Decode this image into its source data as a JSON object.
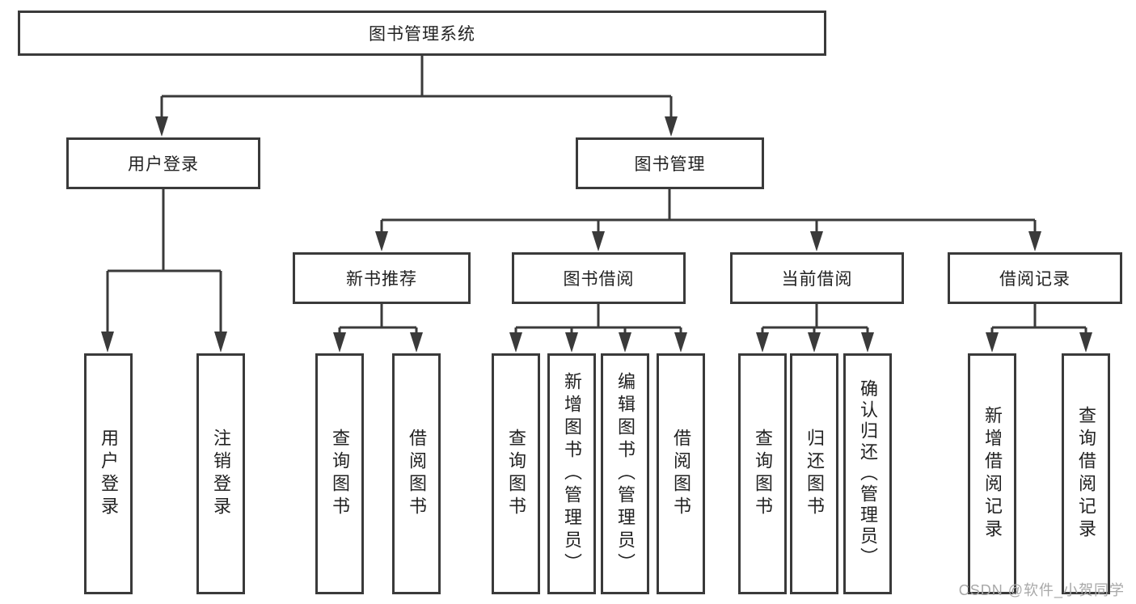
{
  "diagram_title": "图书管理系统",
  "colors": {
    "line": "#3a3a3a",
    "text": "#222222",
    "watermark": "#a8a8a8"
  },
  "tree": {
    "label": "图书管理系统",
    "children": [
      {
        "label": "用户登录",
        "children": [
          {
            "label": "用户登录"
          },
          {
            "label": "注销登录"
          }
        ]
      },
      {
        "label": "图书管理",
        "children": [
          {
            "label": "新书推荐",
            "children": [
              {
                "label": "查询图书"
              },
              {
                "label": "借阅图书"
              }
            ]
          },
          {
            "label": "图书借阅",
            "children": [
              {
                "label": "查询图书"
              },
              {
                "label": "新增图书（管理员）"
              },
              {
                "label": "编辑图书（管理员）"
              },
              {
                "label": "借阅图书"
              }
            ]
          },
          {
            "label": "当前借阅",
            "children": [
              {
                "label": "查询图书"
              },
              {
                "label": "归还图书"
              },
              {
                "label": "确认归还（管理员）"
              }
            ]
          },
          {
            "label": "借阅记录",
            "children": [
              {
                "label": "新增借阅记录"
              },
              {
                "label": "查询借阅记录"
              }
            ]
          }
        ]
      }
    ]
  },
  "watermark": "CSDN @软件_小贺同学"
}
